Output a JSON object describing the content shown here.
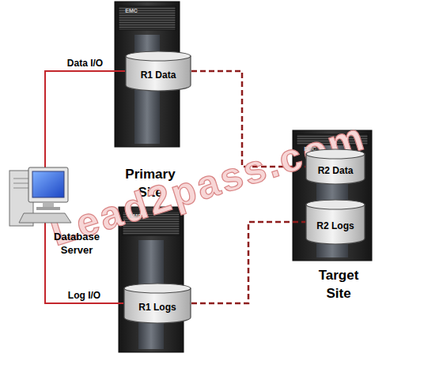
{
  "diagram": {
    "nodes": [
      {
        "text": [
          "R1 Data"
        ]
      },
      {
        "text": [
          "R2 Data"
        ]
      },
      {
        "text": [
          "R2 Logs"
        ]
      },
      {
        "text": [
          "Database Server"
        ]
      },
      {
        "text": [
          "R1 Logs"
        ]
      }
    ],
    "edges": [
      {
        "from": 3,
        "to": 0,
        "arrow": "none",
        "label": "Data I/O"
      },
      {
        "from": 3,
        "to": 4,
        "arrow": "none",
        "label": "Log I/O"
      },
      {
        "from": 0,
        "to": 1,
        "arrow": "none"
      },
      {
        "from": 4,
        "to": 2,
        "arrow": "none"
      }
    ],
    "labels": [
      "Primary Site",
      "Target Site",
      "Lead2pass.com",
      "EMC",
      "EMC",
      "EMC"
    ]
  }
}
